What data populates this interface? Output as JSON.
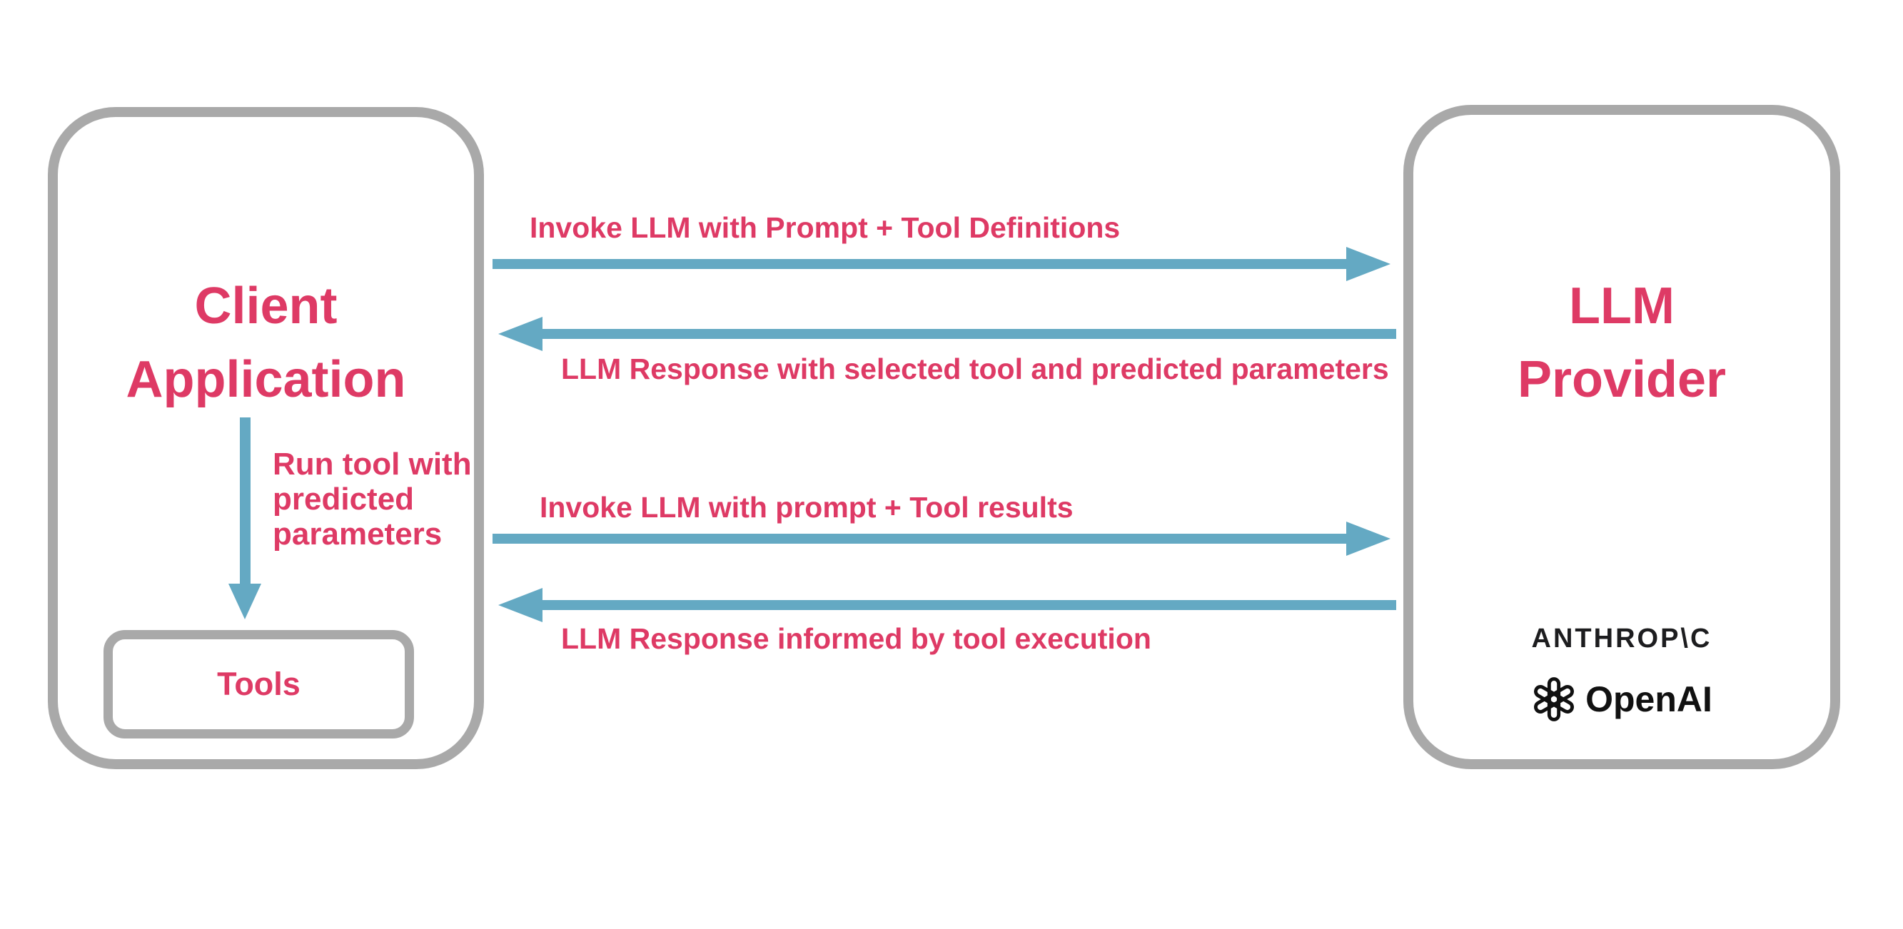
{
  "colors": {
    "accent_pink": "#DE3A65",
    "arrow_blue": "#64A9C3",
    "box_border_gray": "#A9A9A9",
    "logo_black": "#1d1d1f",
    "background": "#ffffff"
  },
  "client_box": {
    "title_lines": [
      "Client",
      "Application"
    ]
  },
  "tools_box": {
    "label": "Tools"
  },
  "llm_box": {
    "title_lines": [
      "LLM",
      "Provider"
    ],
    "providers": {
      "anthropic_wordmark": "ANTHROP\\C",
      "openai_wordmark": "OpenAI"
    }
  },
  "arrows": {
    "invoke_with_definitions": {
      "label": "Invoke LLM with Prompt + Tool Definitions",
      "direction": "right"
    },
    "response_with_tool": {
      "label": "LLM Response with selected tool and predicted parameters",
      "direction": "left"
    },
    "invoke_with_results": {
      "label": "Invoke LLM with prompt + Tool results",
      "direction": "right"
    },
    "response_informed": {
      "label": "LLM Response informed by tool execution",
      "direction": "left"
    },
    "run_tool": {
      "label_lines": [
        "Run tool with",
        "predicted",
        "parameters"
      ],
      "direction": "down"
    }
  }
}
